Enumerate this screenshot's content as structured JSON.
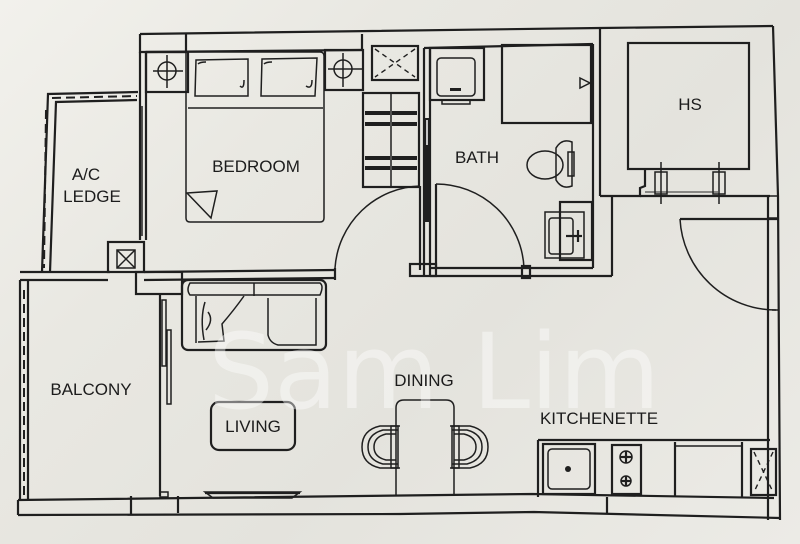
{
  "floor_plan": {
    "rooms": [
      {
        "id": "ac-ledge",
        "label_lines": [
          "A/C",
          "LEDGE"
        ]
      },
      {
        "id": "bedroom",
        "label_lines": [
          "BEDROOM"
        ]
      },
      {
        "id": "bath",
        "label_lines": [
          "BATH"
        ]
      },
      {
        "id": "hs",
        "label_lines": [
          "HS"
        ]
      },
      {
        "id": "balcony",
        "label_lines": [
          "BALCONY"
        ]
      },
      {
        "id": "living",
        "label_lines": [
          "LIVING"
        ]
      },
      {
        "id": "dining",
        "label_lines": [
          "DINING"
        ]
      },
      {
        "id": "kitchenette",
        "label_lines": [
          "KITCHENETTE"
        ]
      }
    ],
    "fixtures": [
      "double-bed",
      "pillows",
      "bedside-lights",
      "wardrobe",
      "ac-unit",
      "shower",
      "toilet",
      "basin",
      "washer",
      "sofa",
      "tv-console",
      "dining-table",
      "dining-chairs",
      "kitchen-sink",
      "hob",
      "fridge-space",
      "hs-door",
      "swing-doors",
      "sliding-doors"
    ],
    "watermark": "Sam Lim",
    "colors": {
      "paper": "#ecebe6",
      "ink": "#1f1f1f"
    }
  }
}
